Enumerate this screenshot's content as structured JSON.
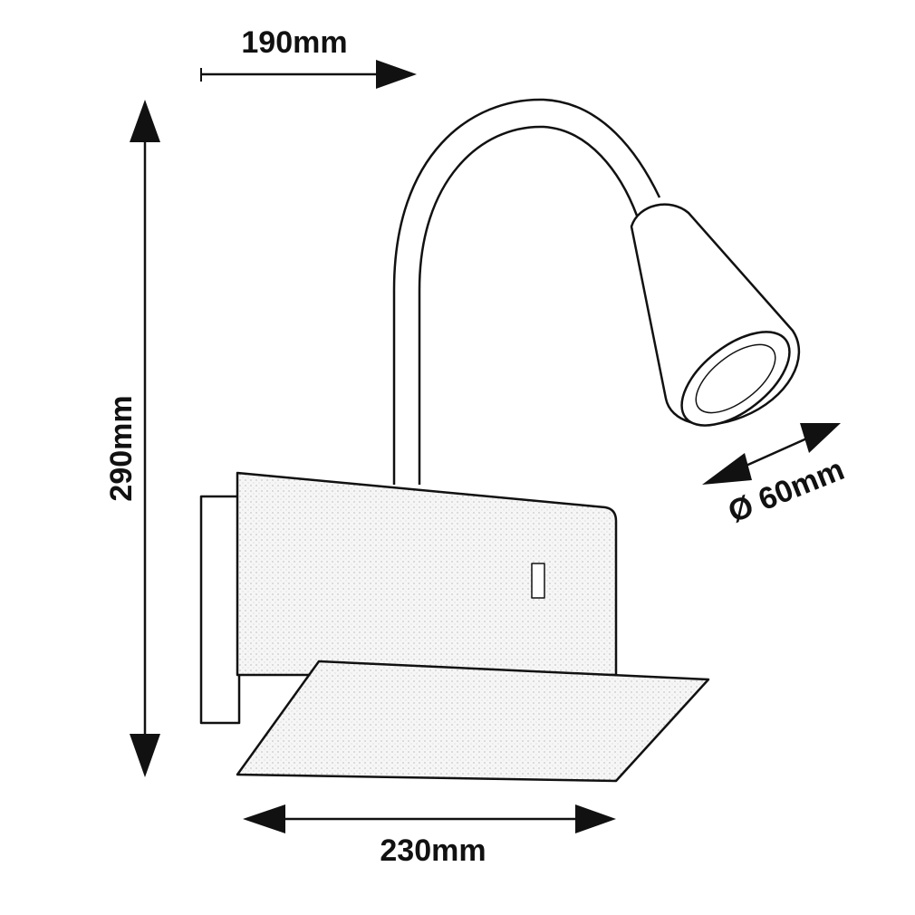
{
  "dimensions": {
    "depth": "190mm",
    "height": "290mm",
    "width": "230mm",
    "diameter": "Ø 60mm"
  },
  "colors": {
    "line": "#111111",
    "fill": "#ffffff",
    "texture": "#f4f4f4"
  }
}
